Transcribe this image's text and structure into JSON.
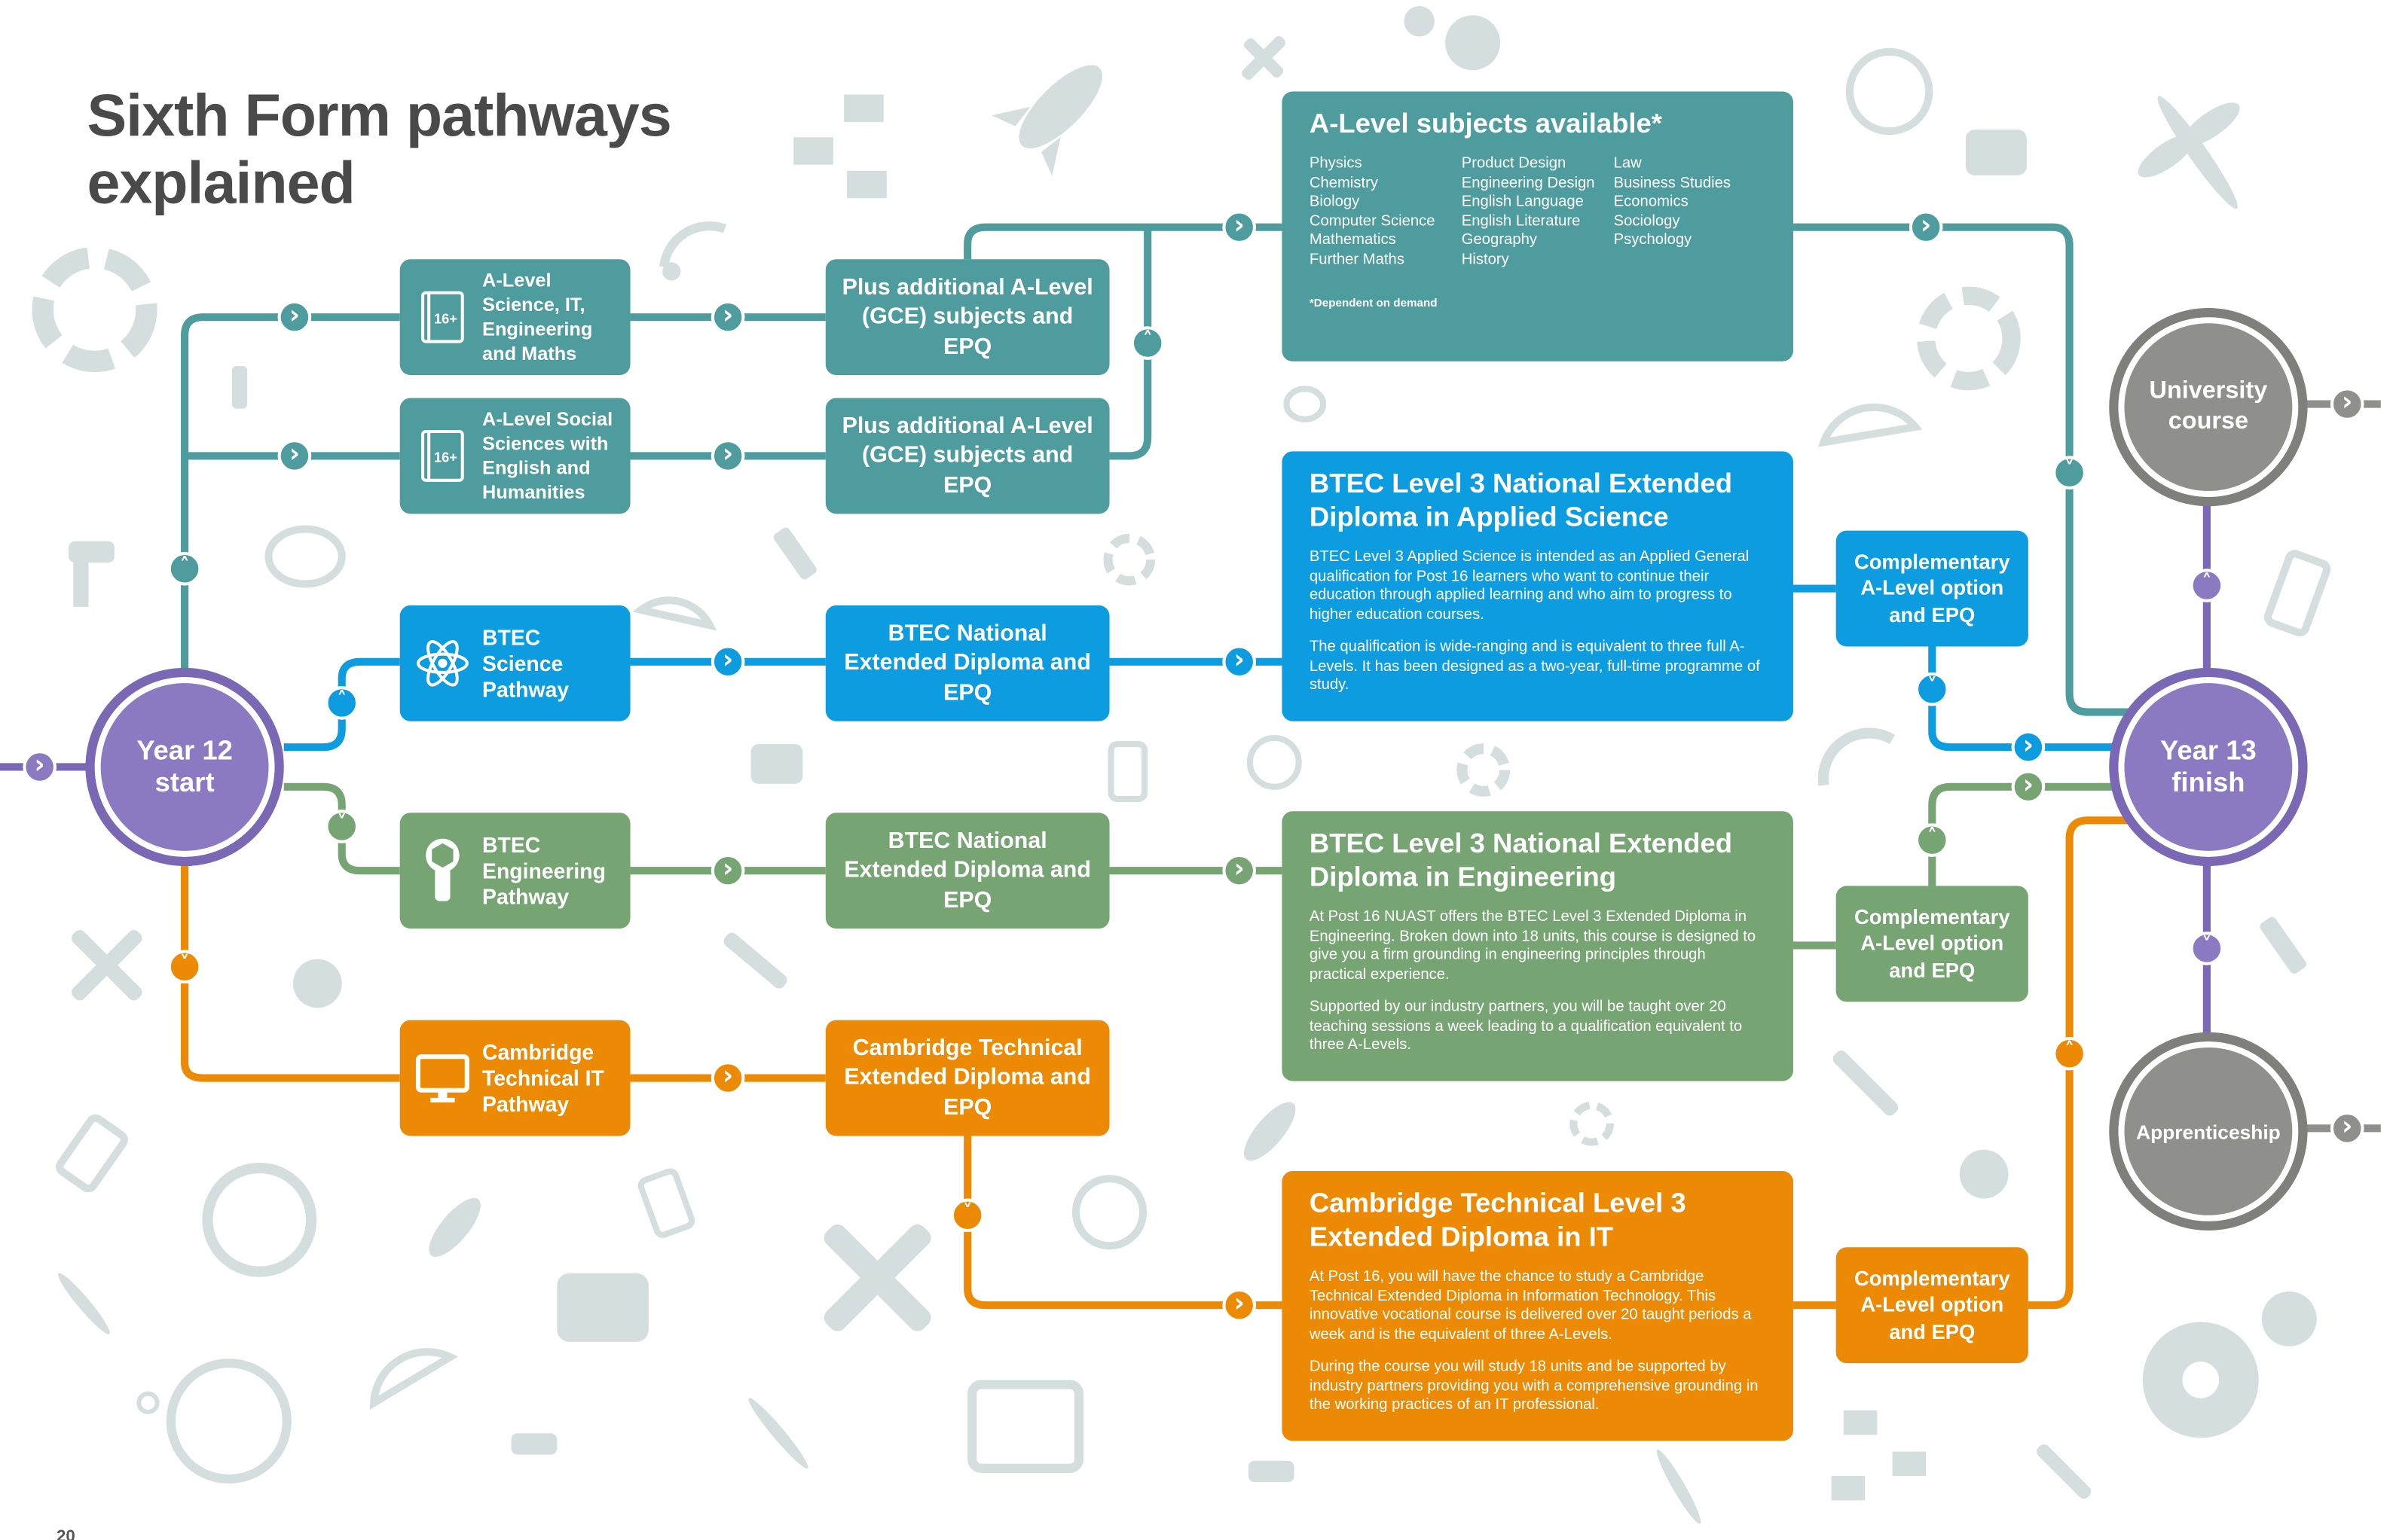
{
  "title": {
    "line1": "Sixth Form pathways",
    "line2": "explained"
  },
  "colors": {
    "teal": "#4e9c9e",
    "blue": "#0e9ce0",
    "green": "#76a573",
    "orange": "#ec8a06",
    "purple": "#8b79c1",
    "grey": "#8f8f8c"
  },
  "nodes": {
    "start": {
      "line1": "Year 12",
      "line2": "start"
    },
    "finish": {
      "line1": "Year 13",
      "line2": "finish"
    },
    "university": {
      "line1": "University",
      "line2": "course"
    },
    "apprenticeship": {
      "label": "Apprenticeship"
    }
  },
  "pathways": {
    "alevel_science": {
      "badge": "16+",
      "label": "A-Level Science, IT, Engineering and Maths"
    },
    "alevel_social": {
      "badge": "16+",
      "label": "A-Level Social Sciences with English and Humanities"
    },
    "btec_science": {
      "label": "BTEC Science Pathway"
    },
    "btec_engineering": {
      "label": "BTEC Engineering Pathway"
    },
    "cambridge_it": {
      "label": "Cambridge Technical IT Pathway"
    }
  },
  "middle": {
    "plus_a": "Plus additional A-Level (GCE) subjects and EPQ",
    "plus_b": "Plus additional A-Level (GCE) subjects and EPQ",
    "btec_science": "BTEC National Extended Diploma and EPQ",
    "btec_engineering": "BTEC National Extended Diploma and EPQ",
    "cambridge": "Cambridge Technical Extended Diploma and EPQ"
  },
  "alevel_subjects": {
    "heading": "A-Level subjects available*",
    "col1": [
      "Physics",
      "Chemistry",
      "Biology",
      "Computer Science",
      "Mathematics",
      "Further Maths"
    ],
    "col2": [
      "Product Design",
      "Engineering Design",
      "English Language",
      "English Literature",
      "Geography",
      "History"
    ],
    "col3": [
      "Law",
      "Business Studies",
      "Economics",
      "Sociology",
      "Psychology"
    ],
    "note": "*Dependent on demand"
  },
  "btec_applied_science": {
    "heading": "BTEC Level 3 National Extended Diploma in Applied Science",
    "p1": "BTEC Level 3 Applied Science is intended as an Applied General qualification for Post 16 learners who want to continue their education through applied learning and who aim to progress to higher education courses.",
    "p2": "The qualification is wide-ranging and is equivalent to three full A-Levels. It has been designed as a two-year, full-time programme of study."
  },
  "btec_engineering_detail": {
    "heading": "BTEC Level 3 National Extended Diploma in Engineering",
    "p1": "At Post 16 NUAST offers the BTEC Level 3 Extended Diploma in Engineering. Broken down into 18 units, this course is designed to give you a firm grounding in engineering principles through practical experience.",
    "p2": "Supported by our industry partners, you will be taught over 20 teaching sessions a week leading to a qualification equivalent to three A-Levels."
  },
  "cambridge_detail": {
    "heading": "Cambridge Technical Level 3 Extended Diploma in IT",
    "p1": "At Post 16, you will have the chance to study a Cambridge Technical Extended Diploma in Information Technology. This innovative vocational course is delivered over 20 taught periods a week and is the equivalent of three A-Levels.",
    "p2": "During the course you will study 18 units and be supported by industry partners providing you with a comprehensive grounding in the working practices of an IT professional."
  },
  "complementary": {
    "science": "Complementary A-Level option and EPQ",
    "engineering": "Complementary A-Level option and EPQ",
    "it": "Complementary A-Level option and EPQ"
  },
  "page_number": "20",
  "icons": [
    "rocket-icon",
    "gear-icon",
    "wrench-icon",
    "planet-icon",
    "mosquito-icon",
    "radiation-icon",
    "microscope-icon",
    "brain-icon",
    "drill-icon",
    "molecule-icon",
    "fan-icon",
    "battery-icon",
    "wifi-icon",
    "protractor-icon",
    "network-icon",
    "engine-icon",
    "tablet-icon"
  ]
}
